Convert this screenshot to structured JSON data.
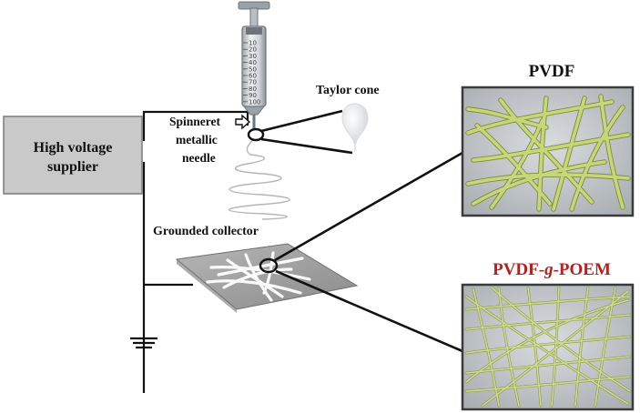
{
  "labels": {
    "high_voltage_line1": "High voltage",
    "high_voltage_line2": "supplier",
    "taylor_cone": "Taylor cone",
    "spinneret_line1": "Spinneret",
    "spinneret_line2": "metallic",
    "spinneret_line3": "needle",
    "grounded_collector": "Grounded collector",
    "pvdf": "PVDF",
    "pvdf_g_poem_a": "PVDF-",
    "pvdf_g_poem_g": "g",
    "pvdf_g_poem_b": "-POEM"
  },
  "syringe_scale": [
    "10",
    "20",
    "30",
    "40",
    "50",
    "60",
    "70",
    "80",
    "90",
    "100"
  ],
  "colors": {
    "box_fill": "#c9c9c9",
    "panel_fill": "#bfc3c7",
    "fiber": "#c8d67a",
    "fiber_edge": "#7e8c39",
    "poem_title": "#b8201e",
    "wire": "#111111"
  },
  "icons": [
    "syringe-icon",
    "arrow-right-icon",
    "ground-symbol-icon",
    "taylor-cone-icon"
  ]
}
